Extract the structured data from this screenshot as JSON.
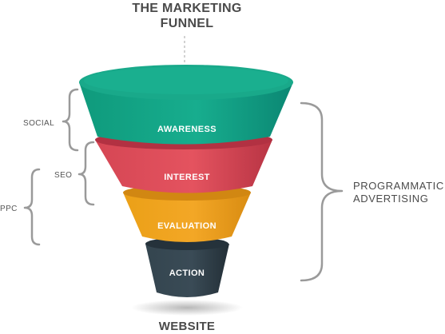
{
  "title": {
    "line1": "THE MARKETING",
    "line2": "FUNNEL"
  },
  "stages": [
    {
      "label": "AWARENESS",
      "color": "#14a88a"
    },
    {
      "label": "INTEREST",
      "color": "#e0505f"
    },
    {
      "label": "EVALUATION",
      "color": "#f0a11d"
    },
    {
      "label": "ACTION",
      "color": "#2e3e49"
    }
  ],
  "left_labels": {
    "social": "SOCIAL",
    "seo": "SEO",
    "ppc": "PPC"
  },
  "right_label": {
    "line1": "PROGRAMMATIC",
    "line2": "ADVERTISING"
  },
  "footer": "WEBSITE"
}
